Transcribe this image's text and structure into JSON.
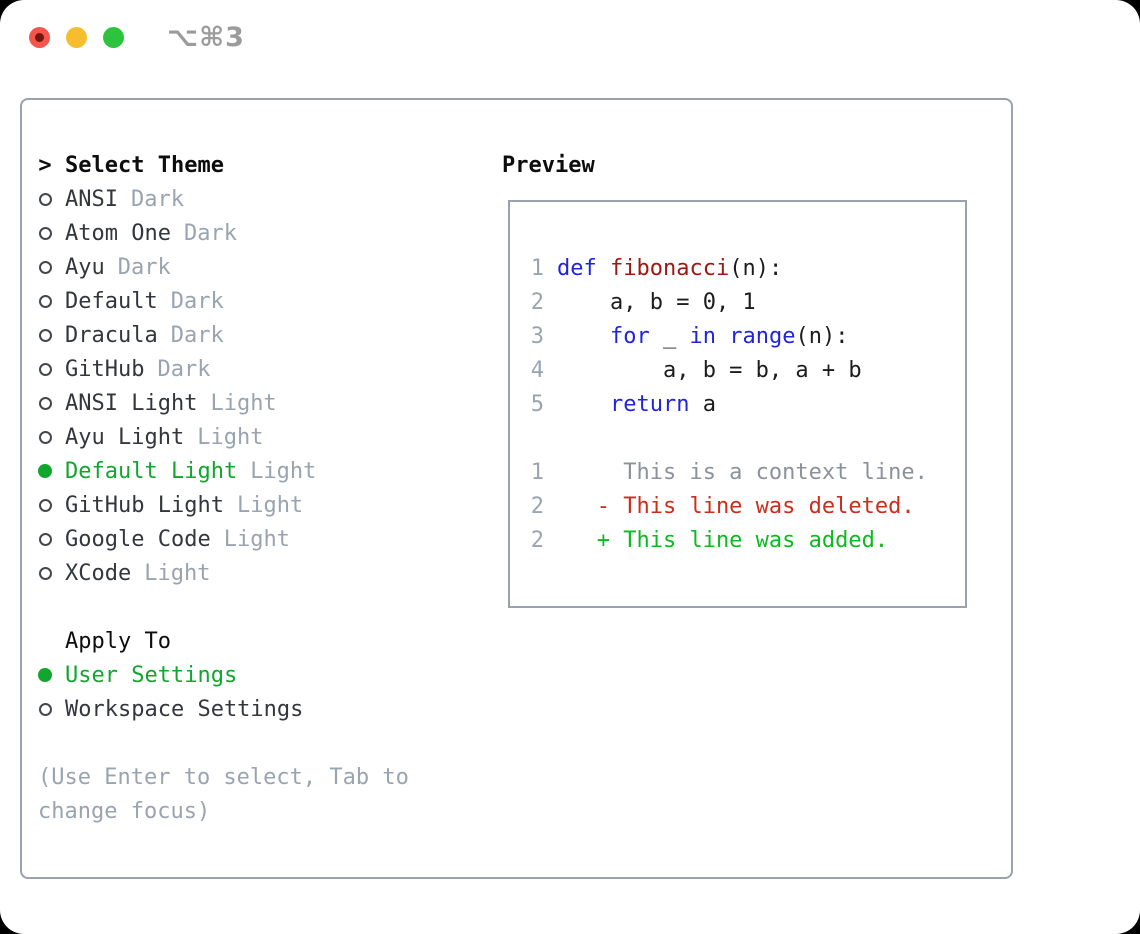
{
  "colors": {
    "green": "#12a62f",
    "added": "#0cbb20",
    "deleted": "#cb2e1b",
    "keyword": "#2024dd",
    "function": "#a01712",
    "text-dark": "#1c1c1c",
    "item-text": "#33373d",
    "muted": "#9aa4b1",
    "border": "#9aa2ad",
    "linenum": "#9aa4b1",
    "context": "#8b929b",
    "marker-ring": "#43474d",
    "traffic-red": "#f2564d",
    "traffic-red-dot": "#75150f",
    "traffic-yellow": "#f6bd2f",
    "traffic-green": "#2dc33c",
    "shortcut-gray": "#9b9b9b"
  },
  "window": {
    "shortcut": "⌥⌘3"
  },
  "theme_list": {
    "prompt": ">",
    "title": "Select Theme",
    "items": [
      {
        "name": "ANSI",
        "variant": "Dark",
        "selected": false
      },
      {
        "name": "Atom One",
        "variant": "Dark",
        "selected": false
      },
      {
        "name": "Ayu",
        "variant": "Dark",
        "selected": false
      },
      {
        "name": "Default",
        "variant": "Dark",
        "selected": false
      },
      {
        "name": "Dracula",
        "variant": "Dark",
        "selected": false
      },
      {
        "name": "GitHub",
        "variant": "Dark",
        "selected": false
      },
      {
        "name": "ANSI Light",
        "variant": "Light",
        "selected": false
      },
      {
        "name": "Ayu Light",
        "variant": "Light",
        "selected": false
      },
      {
        "name": "Default Light",
        "variant": "Light",
        "selected": true
      },
      {
        "name": "GitHub Light",
        "variant": "Light",
        "selected": false
      },
      {
        "name": "Google Code",
        "variant": "Light",
        "selected": false
      },
      {
        "name": "XCode",
        "variant": "Light",
        "selected": false
      }
    ]
  },
  "apply_to": {
    "title": "Apply To",
    "options": [
      {
        "label": "User Settings",
        "selected": true
      },
      {
        "label": "Workspace Settings",
        "selected": false
      }
    ]
  },
  "hint": {
    "line1": "(Use Enter to select, Tab to",
    "line2": "change focus)"
  },
  "preview": {
    "title": "Preview",
    "code": [
      {
        "num": "1",
        "tokens": [
          {
            "type": "kw",
            "text": "def"
          },
          {
            "type": "pl",
            "text": " "
          },
          {
            "type": "fn",
            "text": "fibonacci"
          },
          {
            "type": "pl",
            "text": "(n):"
          }
        ]
      },
      {
        "num": "2",
        "tokens": [
          {
            "type": "pl",
            "text": "    a, b = 0, 1"
          }
        ]
      },
      {
        "num": "3",
        "tokens": [
          {
            "type": "pl",
            "text": "    "
          },
          {
            "type": "kw",
            "text": "for"
          },
          {
            "type": "pl",
            "text": " _ "
          },
          {
            "type": "kw",
            "text": "in"
          },
          {
            "type": "pl",
            "text": " "
          },
          {
            "type": "kw",
            "text": "range"
          },
          {
            "type": "pl",
            "text": "(n):"
          }
        ]
      },
      {
        "num": "4",
        "tokens": [
          {
            "type": "pl",
            "text": "        a, b = b, a + b"
          }
        ]
      },
      {
        "num": "5",
        "tokens": [
          {
            "type": "pl",
            "text": "    "
          },
          {
            "type": "kw",
            "text": "return"
          },
          {
            "type": "pl",
            "text": " a"
          }
        ]
      }
    ],
    "diff": [
      {
        "num": "1",
        "type": "context",
        "text": "     This is a context line."
      },
      {
        "num": "2",
        "type": "deleted",
        "text": "   - This line was deleted."
      },
      {
        "num": "2b",
        "num_display": "2",
        "type": "added",
        "text": "   + This line was added."
      }
    ]
  }
}
